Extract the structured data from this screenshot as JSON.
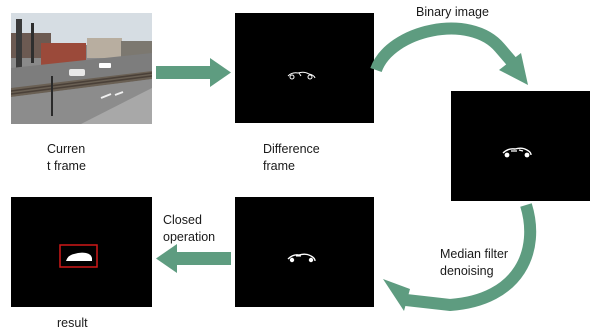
{
  "labels": {
    "current_frame": "Curren\nt frame",
    "difference_frame": "Difference\nframe",
    "binary_image": "Binary image",
    "closed_operation": "Closed\noperation",
    "median_filter": "Median filter\ndenoising",
    "result": "result"
  },
  "colors": {
    "arrow": "#5e9c80",
    "frame_background": "#000000",
    "blob": "#ffffff",
    "result_box": "#d01818"
  }
}
